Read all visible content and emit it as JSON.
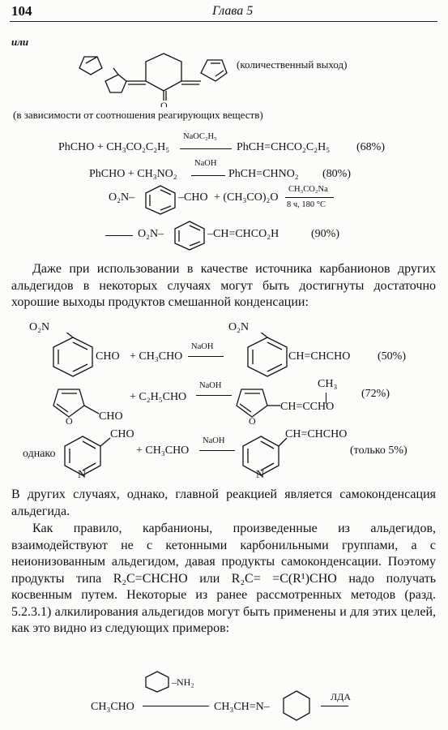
{
  "header": {
    "page_number": "104",
    "chapter": "Глава 5"
  },
  "intro": {
    "ili": "или",
    "yield_note": "(количественный выход)",
    "ratio_note": "(в зависимости от соотношения реагирующих веществ)"
  },
  "reactions": {
    "r1": {
      "left": "PhCHO + CH₃CO₂C₂H₅",
      "cond": "NaOC₂H₅",
      "right": "PhCH=CHCO₂C₂H₅",
      "yield": "(68%)"
    },
    "r2": {
      "left": "PhCHO + CH₃NO₂",
      "cond": "NaOH",
      "right": "PhCH=CHNO₂",
      "yield": "(80%)"
    },
    "r3": {
      "o2n": "O₂N–",
      "cho": "–CHO",
      "plus_anh": "+ (CH₃CO)₂O",
      "cond_top": "CH₃CO₂Na",
      "cond_bot": "8 ч, 180 °C"
    },
    "r3b": {
      "o2n": "O₂N–",
      "tail": "–CH=CHCO₂H",
      "yield": "(90%)"
    }
  },
  "paragraph1": "Даже при использовании в качестве источника карбанионов других альдегидов в некоторых случаях могут быть достигнуты достаточно хорошие выходы продуктов смешанной конденсации:",
  "mixed": {
    "m1": {
      "o2n": "O₂N",
      "cho": "CHO",
      "plus": "+ CH₃CHO",
      "cond": "NaOH",
      "o2n_p": "O₂N",
      "tail": "CH=CHCHO",
      "yield": "(50%)"
    },
    "m2": {
      "cho": "CHO",
      "plus": "+ C₂H₅CHO",
      "cond": "NaOH",
      "ch3": "CH₃",
      "tail": "CH=CCHO",
      "o": "O",
      "yield": "(72%)"
    },
    "m3": {
      "odnako": "однако",
      "cho": "CHO",
      "n": "N",
      "plus": "+ CH₃CHO",
      "cond": "NaOH",
      "tail": "CH=CHCHO",
      "yield": "(только 5%)"
    }
  },
  "paragraph2": "В других случаях, однако, главной реакцией является самоконденсация альдегида.",
  "paragraph3": "Как правило, карбанионы, произведенные из альдегидов, взаимодействуют не с кетонными карбонильными группами, а с неионизованным альдегидом, давая продукты самоконденсации. Поэтому продукты типа R₂C=CHCHO или R₂C= =C(R¹)CHO надо получать косвенным путем. Некоторые из ранее рассмотренных методов (разд. 5.2.3.1) алкилирования альдегидов могут быть применены и для этих целей, как это видно из следующих примеров:",
  "final": {
    "left": "CH₃CHO",
    "cond": "–NH₂",
    "middle": "CH₃CH=N–",
    "lda": "ЛДА"
  }
}
